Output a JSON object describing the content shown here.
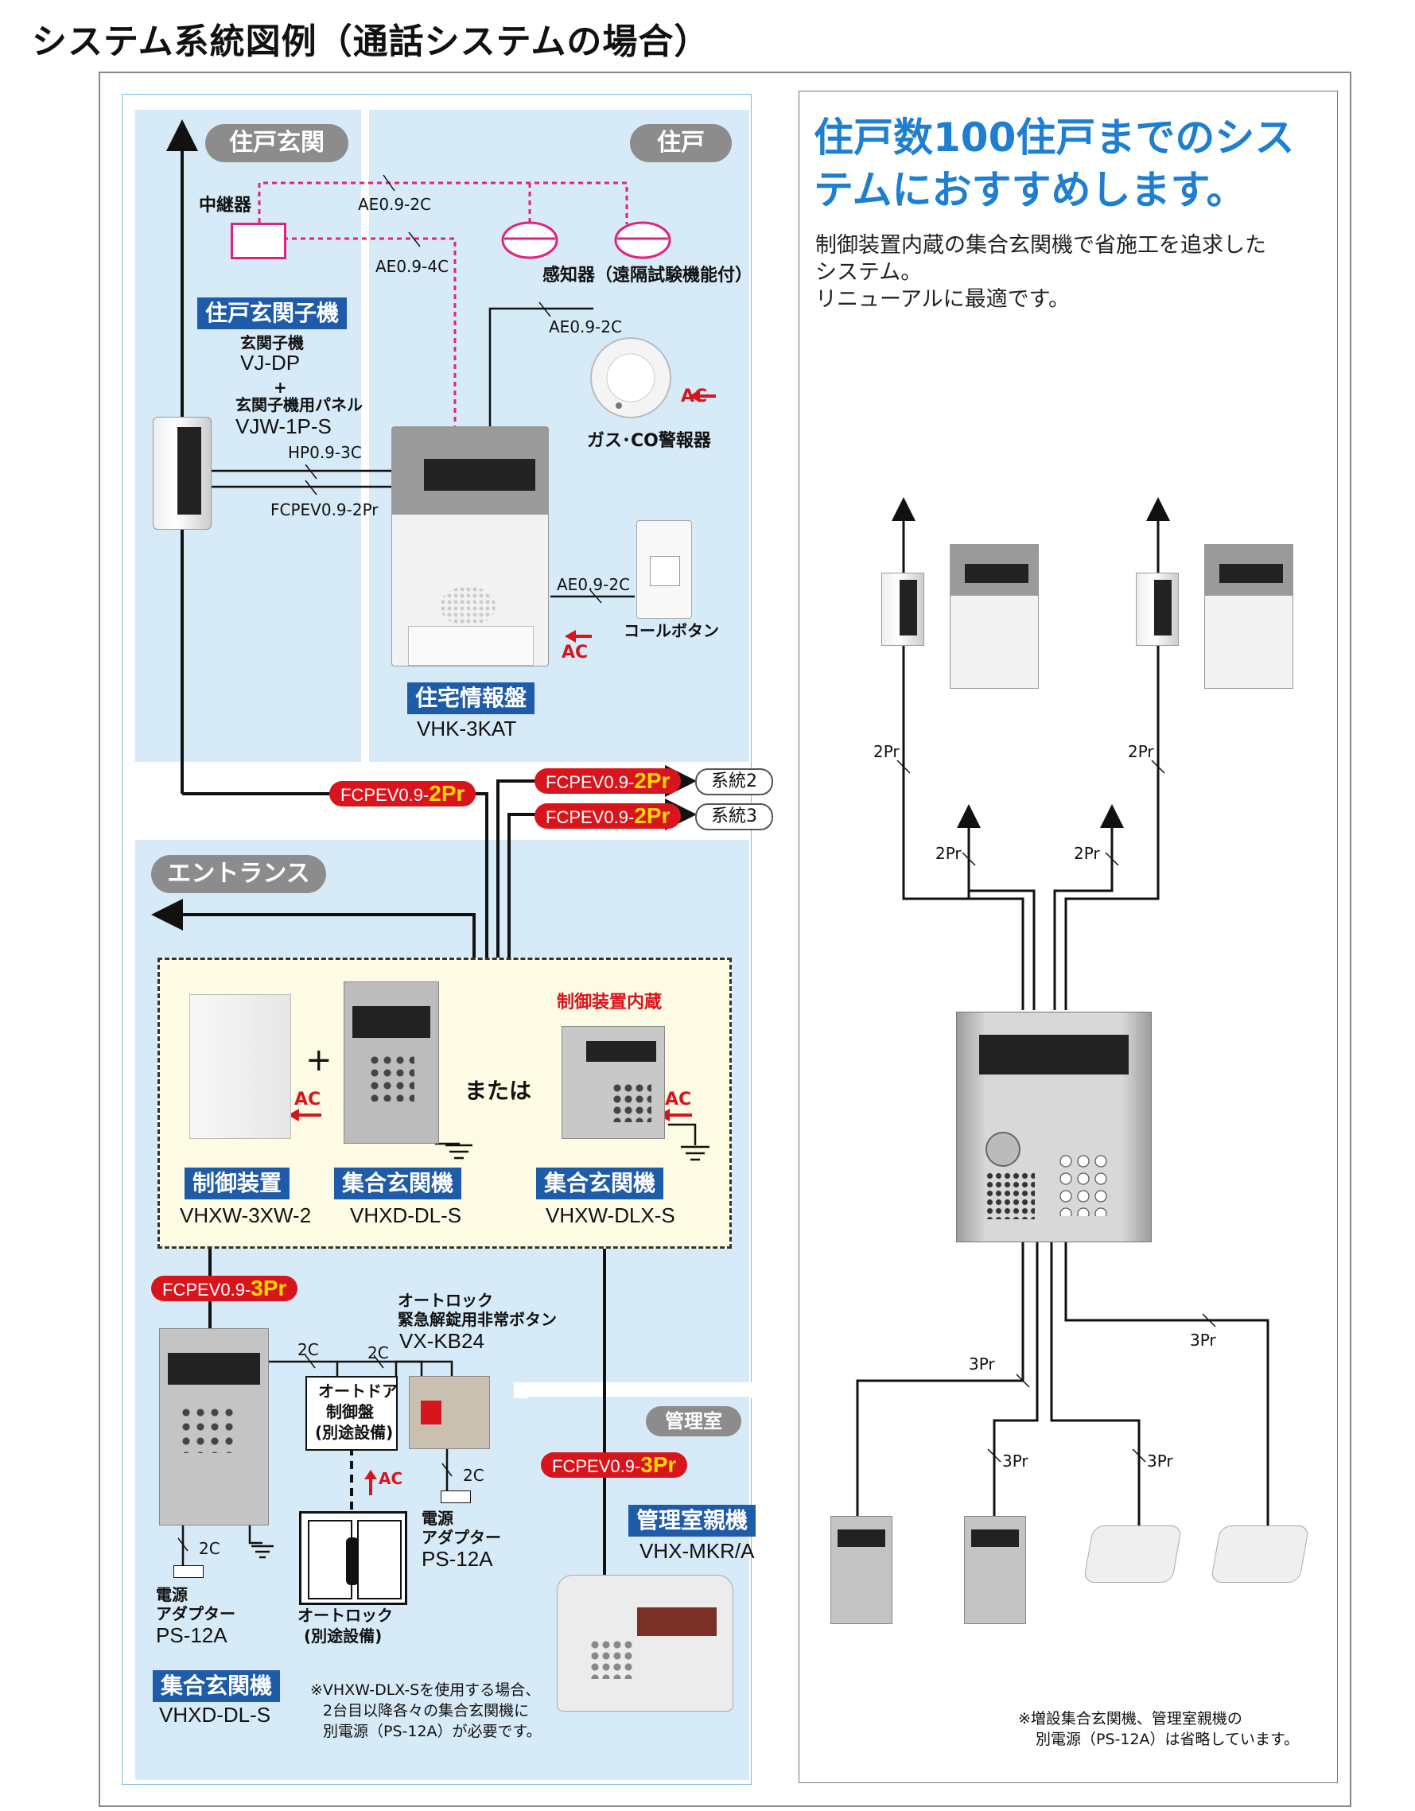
{
  "title": "システム系統図例（通話システムの場合）",
  "zones": {
    "jukobo_genkan": "住戸玄関",
    "jukobo": "住戸",
    "entrance": "エントランス",
    "kanrishitsu": "管理室"
  },
  "devices": {
    "repeater": "中継器",
    "sensor": "感知器（遠隔試験機能付）",
    "gas_alarm": "ガス･CO警報器",
    "call_button": "コールボタン",
    "door_unit_label": "住戸玄関子機",
    "door_unit_sub1": "玄関子機",
    "door_unit_model1": "VJ-DP",
    "plus": "+",
    "door_unit_sub2": "玄関子機用パネル",
    "door_unit_model2": "VJW-1P-S",
    "info_panel_label": "住宅情報盤",
    "info_panel_model": "VHK-3KAT",
    "control_label": "制御装置",
    "control_model": "VHXW-3XW-2",
    "lobby_label": "集合玄関機",
    "lobby_model": "VHXD-DL-S",
    "lobby2_label": "集合玄関機",
    "lobby2_model": "VHXW-DLX-S",
    "builtin": "制御装置内蔵",
    "or": "または",
    "autolock_btn1": "オートロック",
    "autolock_btn2": "緊急解錠用非常ボタン",
    "autolock_btn_model": "VX-KB24",
    "autodoor1": "オートドア",
    "autodoor2": "制御盤",
    "autodoor3": "(別途設備)",
    "autolock1": "オートロック",
    "autolock2": "(別途設備)",
    "psu1": "電源",
    "psu2": "アダプター",
    "psu_model": "PS-12A",
    "lobby3_label": "集合玄関機",
    "lobby3_model": "VHXD-DL-S",
    "master_label": "管理室親機",
    "master_model": "VHX-MKR/A"
  },
  "cables": {
    "ae_2c": "AE0.9-2C",
    "ae_4c": "AE0.9-4C",
    "hp_3c": "HP0.9-3C",
    "fcpev_2pr_small": "FCPEV0.9-2Pr",
    "fc_prefix": "FCPEV0.9-",
    "fc_2pr": "2Pr",
    "fc_3pr": "3Pr",
    "c2": "2C",
    "ac": "AC"
  },
  "systems": {
    "sys2": "系統2",
    "sys3": "系統3"
  },
  "footnote": [
    "※VHXW-DLX-Sを使用する場合、",
    "2台目以降各々の集合玄関機に",
    "別電源（PS-12A）が必要です。"
  ],
  "right": {
    "heading": "住戸数100住戸までのシステムにおすすめします。",
    "desc_lines": [
      "制御装置内蔵の集合玄関機で省施工を追求した",
      "システム。",
      "リニューアルに最適です。"
    ],
    "pr2": "2Pr",
    "pr3": "3Pr",
    "note_lines": [
      "※増設集合玄関機、管理室親機の",
      "別電源（PS-12A）は省略しています。"
    ]
  }
}
